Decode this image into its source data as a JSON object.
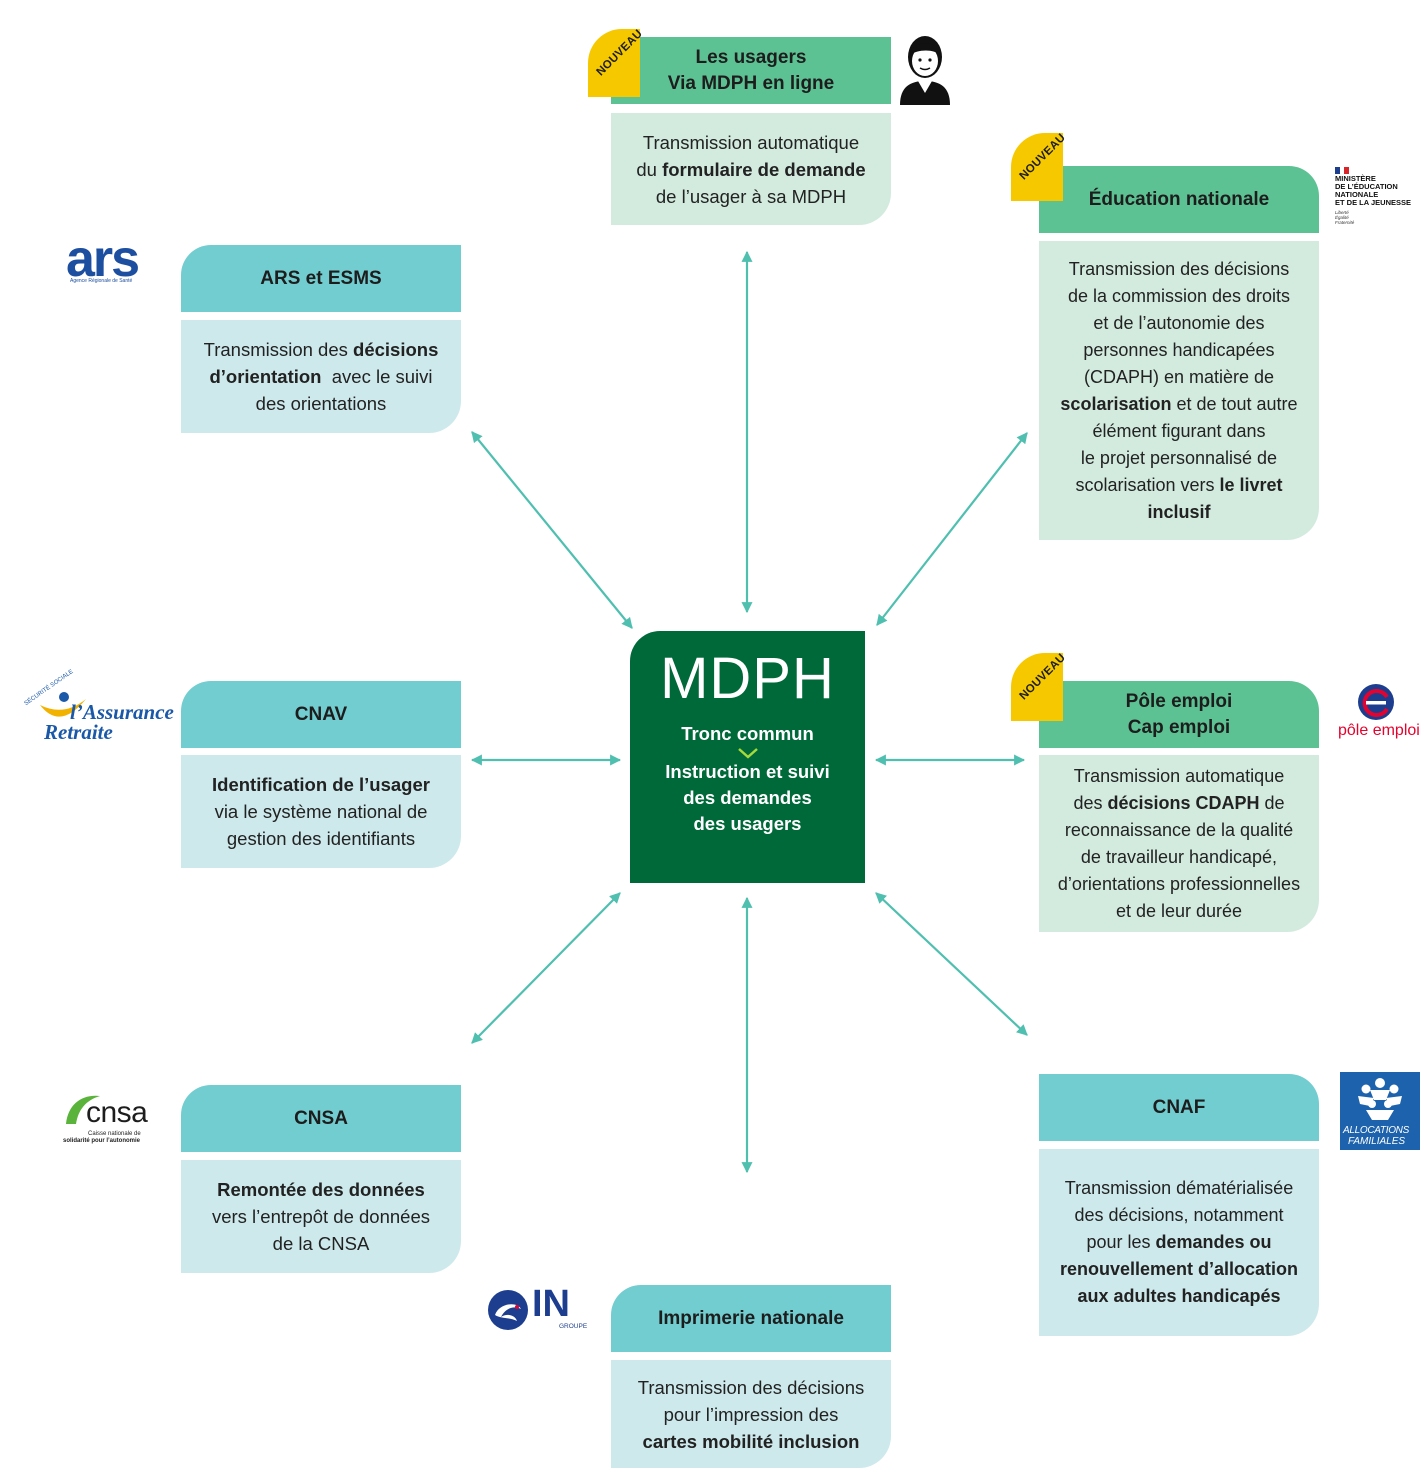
{
  "badge_label": "NOUVEAU",
  "center": {
    "title": "MDPH",
    "line1": "Tronc commun",
    "line2": "Instruction et suivi",
    "line3": "des demandes",
    "line4": "des usagers"
  },
  "usagers": {
    "title1": "Les usagers",
    "title2": "Via MDPH en ligne",
    "b1": "Transmission automatique",
    "b2a": "du ",
    "b2b": "formulaire de demande",
    "b3": "de l’usager à sa MDPH"
  },
  "ars": {
    "title": "ARS et ESMS",
    "b1a": "Transmission des ",
    "b1b": "décisions",
    "b2a": "d’orientation",
    "b2b": "  avec le suivi",
    "b3": "des orientations",
    "logo": "ars",
    "logo_sub": "Agence Régionale de Santé"
  },
  "education": {
    "title": "Éducation nationale",
    "l1": "Transmission des décisions",
    "l2": "de la commission des droits",
    "l3": "et de l’autonomie des",
    "l4": "personnes handicapées",
    "l5": "(CDAPH) en matière de",
    "l6a": "scolarisation",
    "l6b": " et de tout autre",
    "l7": "élément figurant dans",
    "l8": "le projet personnalisé de",
    "l9a": "scolarisation vers ",
    "l9b": "le livret",
    "l10": "inclusif",
    "logo1": "MINISTÈRE",
    "logo2": "DE L’ÉDUCATION",
    "logo3": "NATIONALE",
    "logo4": "ET DE LA JEUNESSE",
    "logo5": "Liberté",
    "logo6": "Égalité",
    "logo7": "Fraternité"
  },
  "cnav": {
    "title": "CNAV",
    "b1": "Identification de l’usager",
    "b2": "via le système national de",
    "b3": "gestion des identifiants",
    "logo1": "SÉCURITÉ SOCIALE",
    "logo2": "l’Assurance",
    "logo3": "Retraite"
  },
  "pole": {
    "title1": "Pôle emploi",
    "title2": "Cap emploi",
    "l1": "Transmission automatique",
    "l2a": "des ",
    "l2b": "décisions CDAPH",
    "l2c": " de",
    "l3": "reconnaissance de la qualité",
    "l4": "de travailleur handicapé,",
    "l5": "d’orientations professionnelles",
    "l6": "et de leur durée",
    "logo": "pôle emploi"
  },
  "cnsa": {
    "title": "CNSA",
    "b1": "Remontée des données",
    "b2": "vers l’entrepôt de données",
    "b3": "de la CNSA",
    "logo1": "cnsa",
    "logo2": "Caisse nationale de",
    "logo3": "solidarité pour l’autonomie"
  },
  "cnaf": {
    "title": "CNAF",
    "l1": "Transmission dématérialisée",
    "l2": "des décisions, notamment",
    "l3a": "pour les ",
    "l3b": "demandes ou",
    "l4": "renouvellement d’allocation",
    "l5": "aux adultes handicapés",
    "logo1": "ALLOCATIONS",
    "logo2": "FAMILIALES"
  },
  "imprimerie": {
    "title": "Imprimerie nationale",
    "b1": "Transmission des décisions",
    "b2": "pour l’impression des",
    "b3": "cartes mobilité inclusion",
    "logo1": "IN",
    "logo2": "GROUPE"
  },
  "colors": {
    "teal_header": "#72cdd0",
    "teal_body": "#cde9ec",
    "green_header": "#5dc293",
    "green_body": "#d3ebdf",
    "center": "#00693a",
    "badge": "#f6c800",
    "arrow": "#4fbfb0"
  }
}
